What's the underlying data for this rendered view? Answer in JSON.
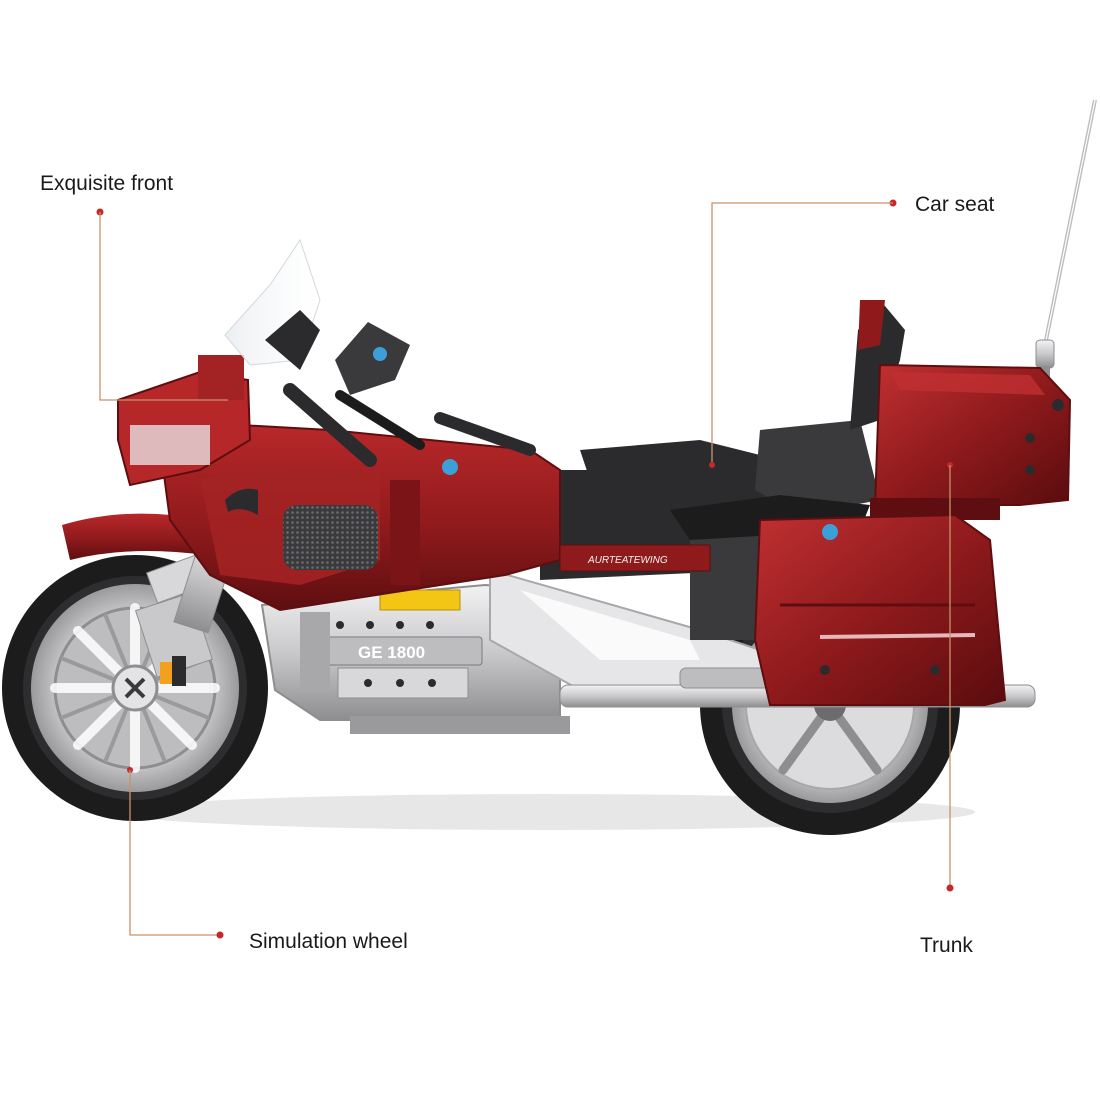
{
  "callouts": {
    "front": "Exquisite front",
    "seat": "Car seat",
    "wheel": "Simulation wheel",
    "trunk": "Trunk"
  },
  "bike_text": {
    "engine_plate": "GE 1800",
    "side_badge": "AURTEATEWING"
  },
  "colors": {
    "body_red": "#8f1a1c",
    "body_red_light": "#b8282a",
    "body_red_dark": "#5e0e10",
    "frame_dark": "#2b2b2d",
    "chrome": "#c9c9cb",
    "tire": "#1c1c1c",
    "leader_line": "#c8926c",
    "callout_dot": "#c62828"
  }
}
